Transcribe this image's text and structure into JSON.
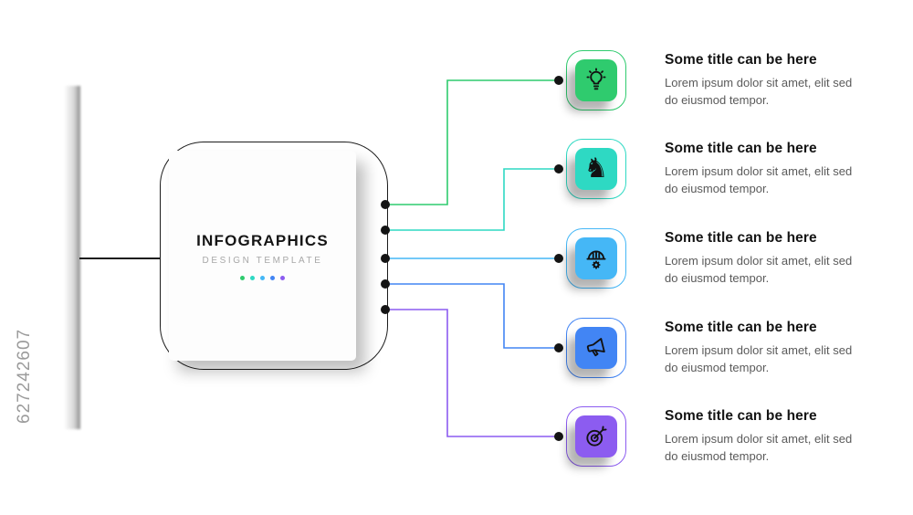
{
  "watermark": "627242607",
  "card": {
    "title": "INFOGRAPHICS",
    "subtitle": "DESIGN TEMPLATE",
    "dot_colors": [
      "#2fcb6e",
      "#2ed9c3",
      "#45b7f6",
      "#4285f4",
      "#8c5cf0"
    ]
  },
  "items": [
    {
      "icon": "lightbulb-icon",
      "color": "#2fcb6e",
      "title": "Some title can be here",
      "description": "Lorem ipsum dolor sit amet, elit sed do eiusmod tempor."
    },
    {
      "icon": "chess-knight-icon",
      "color": "#2ed9c3",
      "title": "Some title can be here",
      "description": "Lorem ipsum dolor sit amet, elit sed do eiusmod tempor."
    },
    {
      "icon": "engineer-helmet-icon",
      "color": "#45b7f6",
      "title": "Some title can be here",
      "description": "Lorem ipsum dolor sit amet, elit sed do eiusmod tempor."
    },
    {
      "icon": "megaphone-icon",
      "color": "#4285f4",
      "title": "Some title can be here",
      "description": "Lorem ipsum dolor sit amet, elit sed do eiusmod tempor."
    },
    {
      "icon": "target-arrow-icon",
      "color": "#8c5cf0",
      "title": "Some title can be here",
      "description": "Lorem ipsum dolor sit amet, elit sed do eiusmod tempor."
    }
  ]
}
